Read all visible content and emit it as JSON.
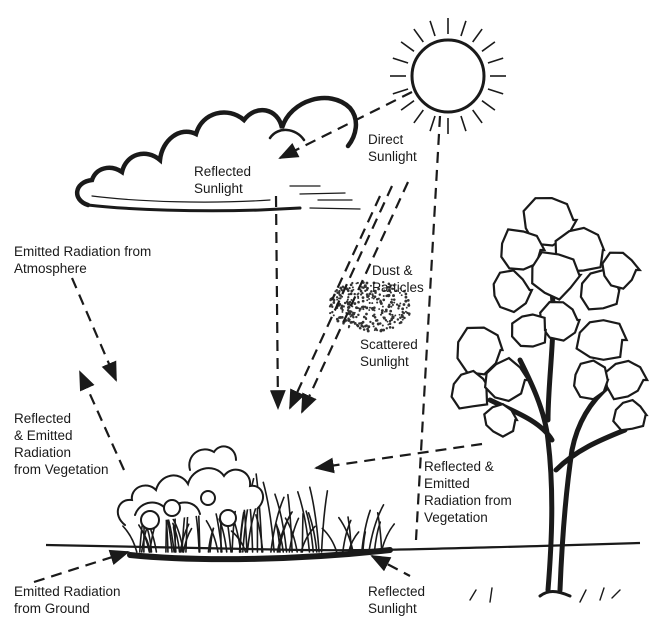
{
  "labels": {
    "reflected_sunlight_cloud": "Reflected\nSunlight",
    "direct_sunlight": "Direct\nSunlight",
    "emitted_atmosphere": "Emitted Radiation from\nAtmosphere",
    "dust_particles": "Dust &\nParticles",
    "scattered_sunlight": "Scattered\nSunlight",
    "reflected_emitted_vegetation_left": "Reflected\n& Emitted\nRadiation\nfrom Vegetation",
    "reflected_emitted_vegetation_right": "Reflected &\nEmitted\nRadiation from\nVegetation",
    "emitted_ground": "Emitted Radiation\nfrom Ground",
    "reflected_sunlight_ground": "Reflected\nSunlight"
  },
  "icons": [
    "sun-icon",
    "cloud-icon",
    "dust-cloud-icon",
    "tree-icon",
    "shrub-icon",
    "ground-line"
  ]
}
